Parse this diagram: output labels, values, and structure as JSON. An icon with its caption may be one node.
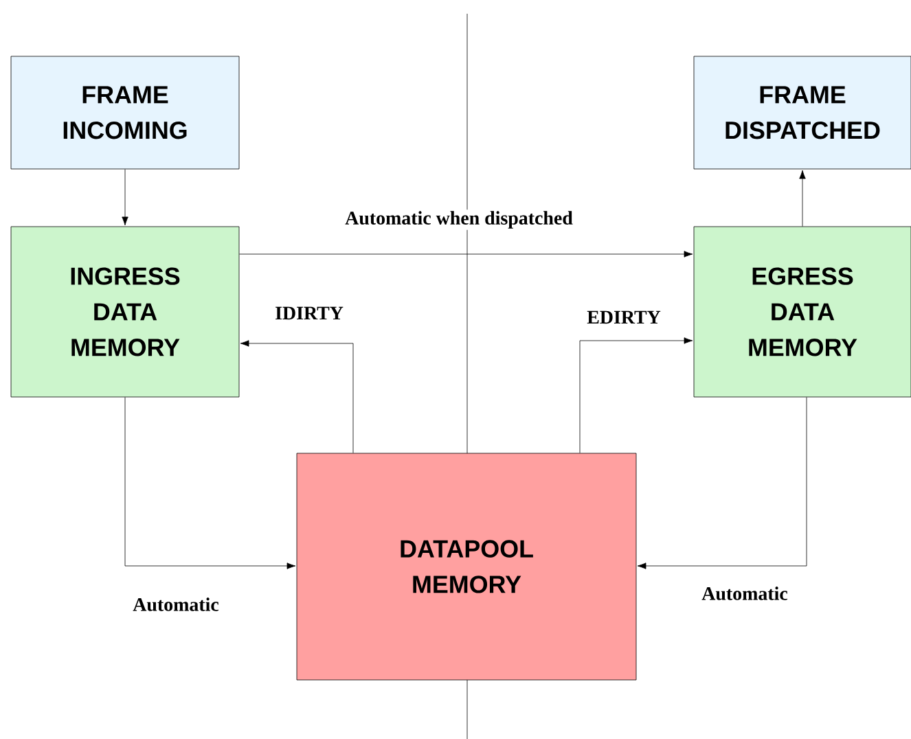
{
  "diagram": {
    "nodes": [
      {
        "text": [
          "FRAME INCOMING"
        ]
      },
      {
        "text": [
          "FRAME DISPATCHED"
        ]
      },
      {
        "text": [
          "INGRESS DATA MEMORY"
        ]
      },
      {
        "text": [
          "EGRESS DATA MEMORY"
        ]
      },
      {
        "text": [
          "DATAPOOL MEMORY"
        ]
      }
    ],
    "edges": [
      {
        "from": 0,
        "to": 2,
        "arrow": "to"
      },
      {
        "from": 3,
        "to": 1,
        "arrow": "to"
      },
      {
        "from": 2,
        "to": 3,
        "arrow": "to",
        "label": "Automatic when dispatched"
      },
      {
        "from": 4,
        "to": 2,
        "arrow": "to",
        "label": "IDIRTY"
      },
      {
        "from": 4,
        "to": 3,
        "arrow": "to",
        "label": "EDIRTY"
      },
      {
        "from": 2,
        "to": 4,
        "arrow": "to",
        "label": "Automatic"
      },
      {
        "from": 3,
        "to": 4,
        "arrow": "to",
        "label": "Automatic"
      }
    ]
  }
}
